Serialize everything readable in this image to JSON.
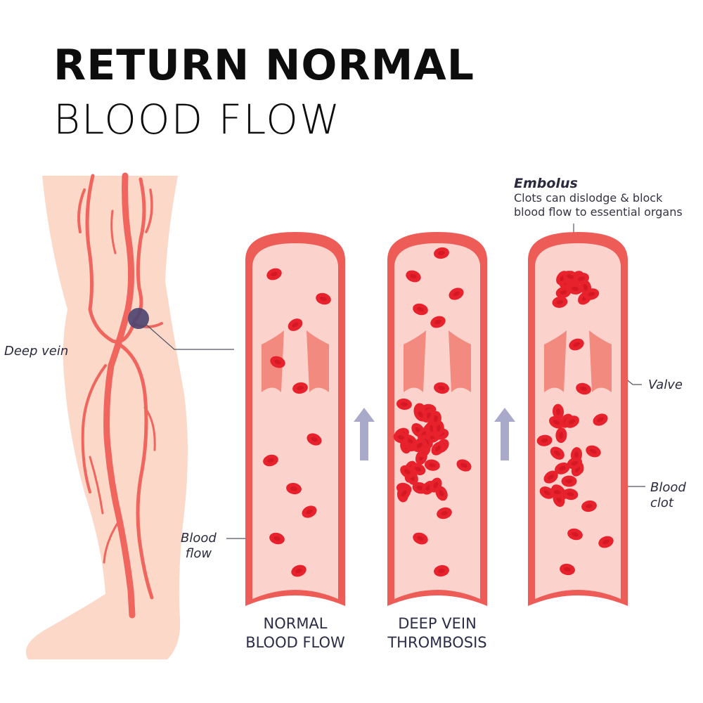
{
  "title": {
    "line1": "RETURN NORMAL",
    "line2": "BLOOD FLOW"
  },
  "labels": {
    "deep_vein": "Deep vein",
    "embolus_title": "Embolus",
    "embolus_desc_1": "Clots can dislodge & block",
    "embolus_desc_2": "blood flow to essential organs",
    "valve": "Valve",
    "blood_clot_1": "Blood",
    "blood_clot_2": "clot",
    "blood_flow_1": "Blood",
    "blood_flow_2": "flow"
  },
  "captions": {
    "normal_1": "NORMAL",
    "normal_2": "BLOOD FLOW",
    "dvt_1": "DEEP VEIN",
    "dvt_2": "THROMBOSIS"
  },
  "colors": {
    "skin": "#fbd8c8",
    "vein": "#f0655e",
    "vessel_wall": "#ee5c58",
    "vessel_inner": "#fcd3cc",
    "cell": "#e8222d",
    "cell_highlight": "#c4121d",
    "arrow": "#a9aac9",
    "marker": "#4a4470"
  }
}
